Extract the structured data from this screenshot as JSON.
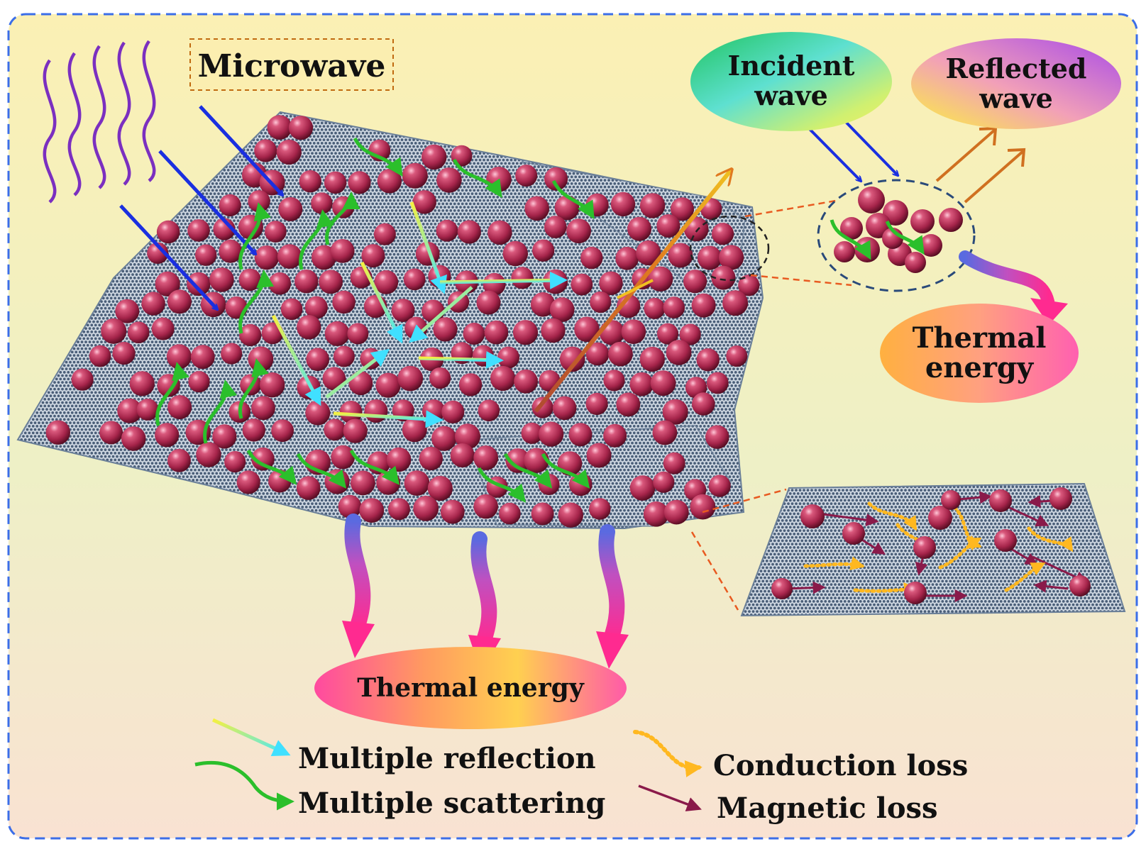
{
  "labels": {
    "microwave": "Microwave",
    "incident_line1": "Incident",
    "incident_line2": "wave",
    "reflected_line1": "Reflected",
    "reflected_line2": "wave",
    "thermal_right_line1": "Thermal",
    "thermal_right_line2": "energy",
    "thermal_bottom": "Thermal energy"
  },
  "legend": {
    "multiple_reflection": "Multiple reflection",
    "multiple_scattering": "Multiple scattering",
    "conduction_loss": "Conduction loss",
    "magnetic_loss": "Magnetic loss"
  },
  "colors": {
    "background_top": "#fbf0b4",
    "background_middle": "#eef0c6",
    "background_bottom": "#f9e2d2",
    "frame": "#3b6ee8",
    "sphere": "#a8284e",
    "graphene": "#5d7088",
    "microwave_wave": "#7b2fc0",
    "incident_arrow": "#1a2fe0",
    "reflected_arrow": "#c05a18",
    "scattering_arrow": "#2bbf2b",
    "magnetic_arrow": "#8a1a4a",
    "conduction_arrow": "#ffb820",
    "thermal_arrow": "#ff3e9a"
  }
}
